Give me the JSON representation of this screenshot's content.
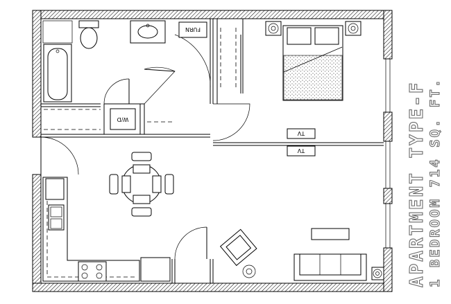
{
  "title": {
    "line1": "APARTMENT TYPE-F",
    "line2": "1 BEDROOM 714 SQ. FT."
  },
  "labels": {
    "washer_dryer": "W/D",
    "furnace": "FURN",
    "tv_bedroom": "TV",
    "tv_living": "TV"
  },
  "colors": {
    "ink": "#000000",
    "title_outline": "#6a6a6a",
    "background": "#ffffff"
  }
}
